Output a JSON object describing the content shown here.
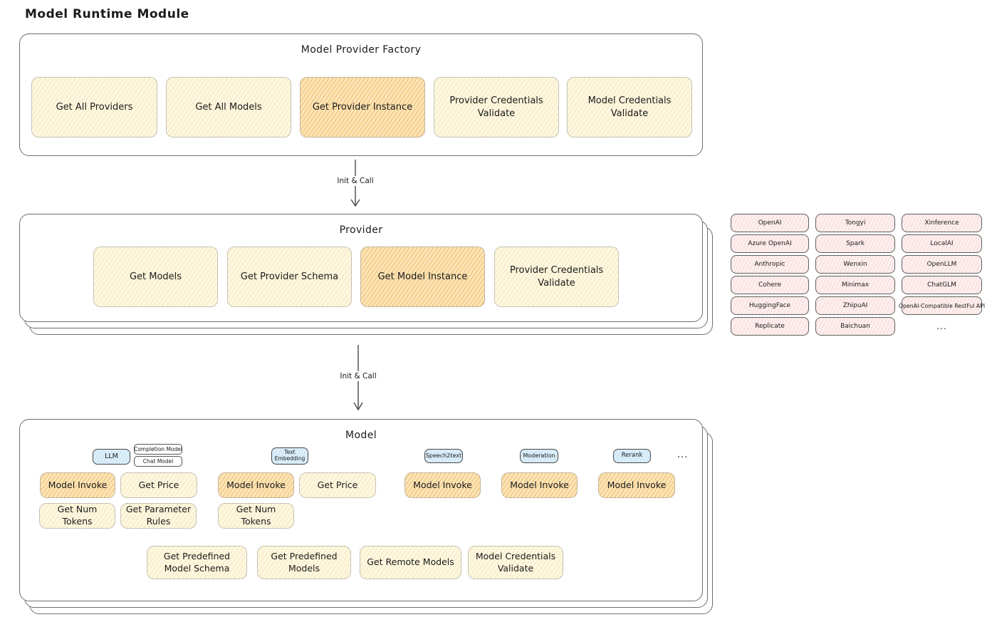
{
  "page": {
    "title": "Model Runtime Module"
  },
  "colors": {
    "canvas_bg": "#ffffff",
    "box_border": "#6e6e6e",
    "button_yellow_fill": "#fdf8e3",
    "button_orange_highlight_fill": "#fbe6bb",
    "provider_pink_fill": "#fdf0ef",
    "tag_blue_fill": "#def0fa",
    "text": "#1b1b1b"
  },
  "factory": {
    "title": "Model Provider Factory",
    "buttons": [
      {
        "label": "Get All Providers",
        "highlighted": false
      },
      {
        "label": "Get All Models",
        "highlighted": false
      },
      {
        "label": "Get Provider Instance",
        "highlighted": true
      },
      {
        "label": "Provider Credentials Validate",
        "highlighted": false
      },
      {
        "label": "Model Credentials Validate",
        "highlighted": false
      }
    ]
  },
  "arrows": [
    {
      "label": "Init & Call"
    },
    {
      "label": "Init & Call"
    }
  ],
  "provider": {
    "title": "Provider",
    "buttons": [
      {
        "label": "Get Models",
        "highlighted": false
      },
      {
        "label": "Get Provider Schema",
        "highlighted": false
      },
      {
        "label": "Get Model Instance",
        "highlighted": true
      },
      {
        "label": "Provider Credentials Validate",
        "highlighted": false
      }
    ]
  },
  "provider_list": {
    "items": [
      "OpenAI",
      "Tongyi",
      "Xinference",
      "Azure OpenAI",
      "Spark",
      "LocalAI",
      "Anthropic",
      "Wenxin",
      "OpenLLM",
      "Cohere",
      "Minimax",
      "ChatGLM",
      "HuggingFace",
      "ZhipuAI",
      "OpenAI-Compatible RestFul API",
      "Replicate",
      "Baichuan"
    ],
    "more": "..."
  },
  "model": {
    "title": "Model",
    "tags": {
      "llm": "LLM",
      "completion": "Completion Model",
      "chat": "Chat Model",
      "text_embedding": "Text Embedding",
      "speech2text": "Speech2text",
      "moderation": "Moderation",
      "rerank": "Rerank",
      "more": "..."
    },
    "buttons": {
      "llm_invoke": "Model Invoke",
      "llm_get_price": "Get Price",
      "llm_get_num_tokens": "Get Num Tokens",
      "llm_get_parameter_rules": "Get Parameter Rules",
      "embedding_invoke": "Model Invoke",
      "embedding_get_price": "Get Price",
      "embedding_get_num_tokens": "Get Num Tokens",
      "speech2text_invoke": "Model Invoke",
      "moderation_invoke": "Model Invoke",
      "rerank_invoke": "Model Invoke",
      "get_predefined_model_schema": "Get Predefined Model Schema",
      "get_predefined_models": "Get Predefined Models",
      "get_remote_models": "Get Remote Models",
      "model_credentials_validate": "Model Credentials Validate"
    }
  }
}
